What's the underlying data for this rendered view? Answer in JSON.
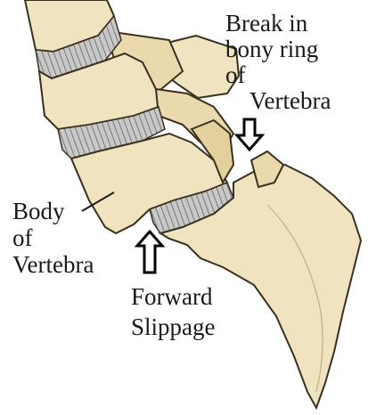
{
  "labels": {
    "break": [
      "Break in",
      "bony ring",
      "of",
      "Vertebra"
    ],
    "body": [
      "Body",
      "of",
      "Vertebra"
    ],
    "forward": [
      "Forward",
      "Slippage"
    ]
  },
  "colors": {
    "bone_fill": "#f0e4c0",
    "bone_shade": "#d8c290",
    "outline": "#3a3020",
    "disc": "#a8a8a8",
    "text": "#1a1a1a",
    "arrow_fill": "#ffffff",
    "arrow_stroke": "#000000"
  }
}
